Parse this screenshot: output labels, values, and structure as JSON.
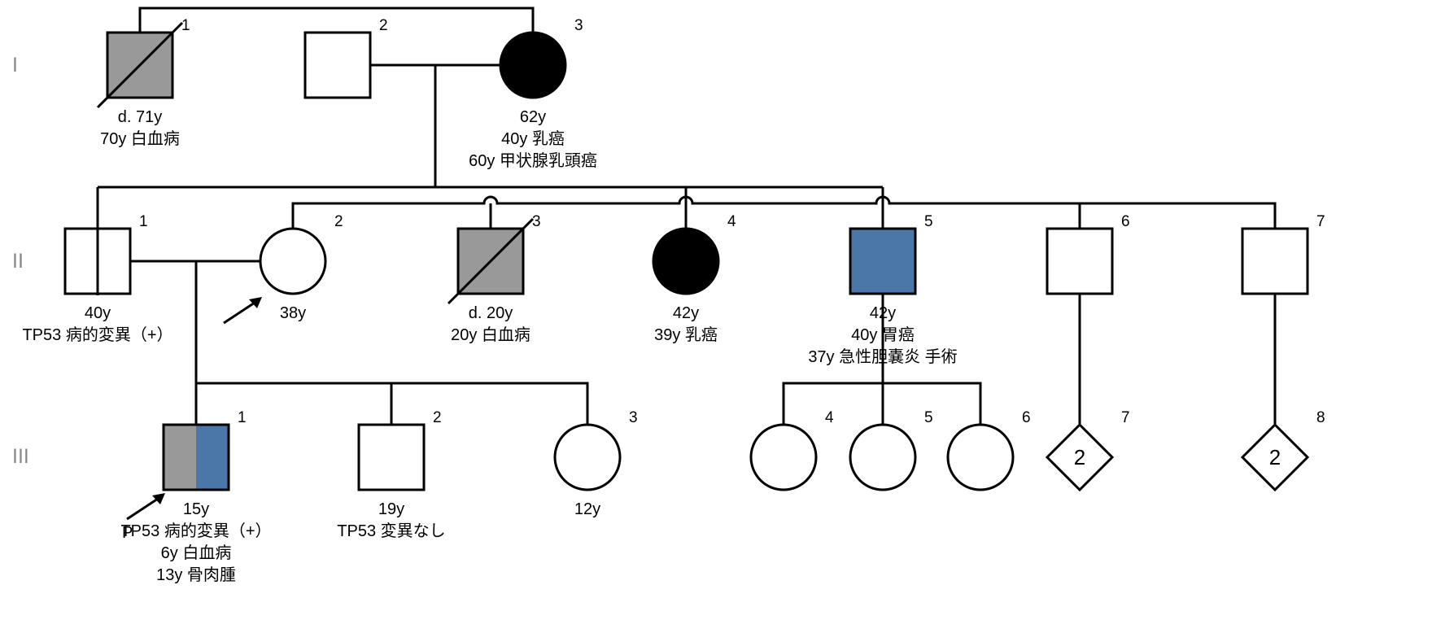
{
  "colors": {
    "affected_black": "#000000",
    "deceased_gray": "#999999",
    "gastric_blue": "#4a76a8",
    "line": "#000000",
    "generation_label": "#888888"
  },
  "generations": [
    "I",
    "II",
    "III"
  ],
  "individuals": {
    "I1": {
      "number": "1",
      "lines": [
        "d. 71y",
        "70y 白血病"
      ]
    },
    "I2": {
      "number": "2",
      "lines": []
    },
    "I3": {
      "number": "3",
      "lines": [
        "62y",
        "40y 乳癌",
        "60y 甲状腺乳頭癌"
      ]
    },
    "II1": {
      "number": "1",
      "lines": [
        "40y",
        "TP53 病的変異（+）"
      ]
    },
    "II2": {
      "number": "2",
      "lines": [
        "38y"
      ]
    },
    "II3": {
      "number": "3",
      "lines": [
        "d. 20y",
        "20y 白血病"
      ]
    },
    "II4": {
      "number": "4",
      "lines": [
        "42y",
        "39y 乳癌"
      ]
    },
    "II5": {
      "number": "5",
      "lines": [
        "42y",
        "40y 胃癌",
        "37y 急性胆嚢炎 手術"
      ]
    },
    "II6": {
      "number": "6",
      "lines": []
    },
    "II7": {
      "number": "7",
      "lines": []
    },
    "III1": {
      "number": "1",
      "lines": [
        "15y",
        "TP53 病的変異（+）",
        "6y 白血病",
        "13y 骨肉腫"
      ]
    },
    "III2": {
      "number": "2",
      "lines": [
        "19y",
        "TP53 変異なし"
      ]
    },
    "III3": {
      "number": "3",
      "lines": [
        "12y"
      ]
    },
    "III4": {
      "number": "4",
      "lines": []
    },
    "III5": {
      "number": "5",
      "lines": []
    },
    "III6": {
      "number": "6",
      "lines": []
    },
    "III7": {
      "number": "7",
      "count": "2",
      "lines": []
    },
    "III8": {
      "number": "8",
      "count": "2",
      "lines": []
    }
  },
  "proband_marker": "P"
}
